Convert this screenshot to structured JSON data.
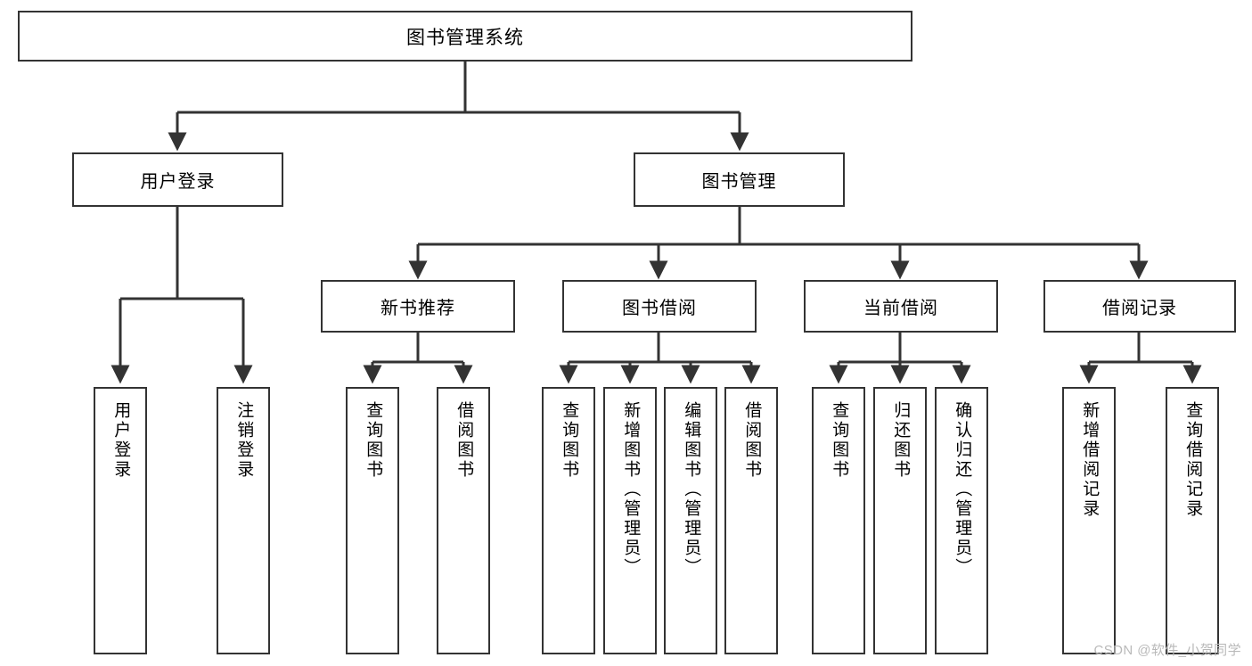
{
  "diagram": {
    "type": "tree",
    "title": "图书管理系统",
    "watermark": "CSDN @软件_小贺同学",
    "colors": {
      "box_border": "#333333",
      "box_fill": "#ffffff",
      "connector": "#333333",
      "text": "#000000",
      "watermark": "#b9b9b9"
    },
    "root": {
      "label": "图书管理系统"
    },
    "level2": [
      {
        "id": "user-login",
        "label": "用户登录"
      },
      {
        "id": "book-manage",
        "label": "图书管理"
      }
    ],
    "level3": [
      {
        "id": "new-book-recommend",
        "label": "新书推荐",
        "parent": "book-manage"
      },
      {
        "id": "book-borrow",
        "label": "图书借阅",
        "parent": "book-manage"
      },
      {
        "id": "current-borrow",
        "label": "当前借阅",
        "parent": "book-manage"
      },
      {
        "id": "borrow-record",
        "label": "借阅记录",
        "parent": "book-manage"
      }
    ],
    "leaves": {
      "user-login": [
        {
          "id": "leaf-user-login",
          "label": "用户登录"
        },
        {
          "id": "leaf-user-logout",
          "label": "注销登录"
        }
      ],
      "new-book-recommend": [
        {
          "id": "leaf-query-book-1",
          "label": "查询图书"
        },
        {
          "id": "leaf-borrow-book-1",
          "label": "借阅图书"
        }
      ],
      "book-borrow": [
        {
          "id": "leaf-query-book-2",
          "label": "查询图书"
        },
        {
          "id": "leaf-add-book",
          "label": "新增图书（管理员）"
        },
        {
          "id": "leaf-edit-book",
          "label": "编辑图书（管理员）"
        },
        {
          "id": "leaf-borrow-book-2",
          "label": "借阅图书"
        }
      ],
      "current-borrow": [
        {
          "id": "leaf-query-book-3",
          "label": "查询图书"
        },
        {
          "id": "leaf-return-book",
          "label": "归还图书"
        },
        {
          "id": "leaf-confirm-return",
          "label": "确认归还（管理员）"
        }
      ],
      "borrow-record": [
        {
          "id": "leaf-add-record",
          "label": "新增借阅记录"
        },
        {
          "id": "leaf-query-record",
          "label": "查询借阅记录"
        }
      ]
    }
  }
}
